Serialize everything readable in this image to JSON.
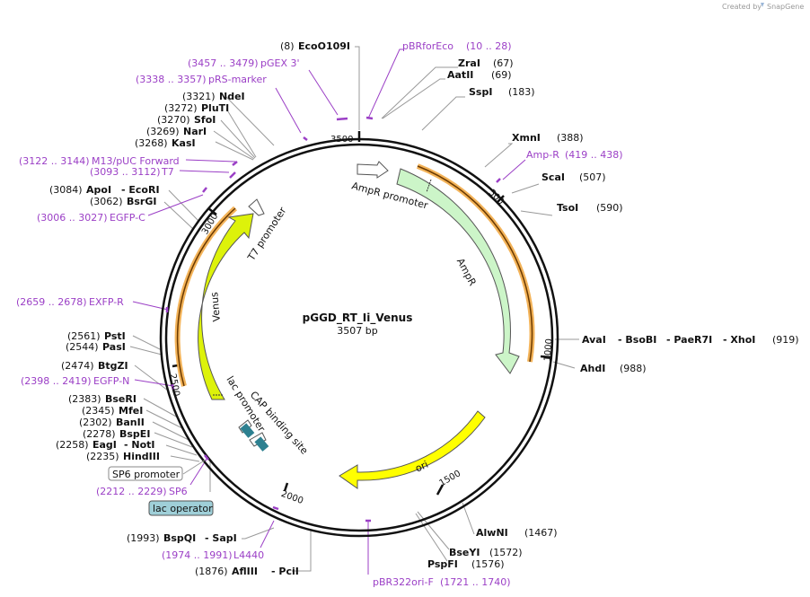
{
  "credit": {
    "prefix": "Created by",
    "app": "SnapGene"
  },
  "plasmid": {
    "name": "pGGD_RT_Ii_Venus",
    "size": "3507 bp"
  },
  "ticks": [
    "500",
    "1000",
    "1500",
    "2000",
    "2500",
    "3000",
    "3500"
  ],
  "features": {
    "ampr_promoter": "AmpR promoter",
    "ampr": "AmpR",
    "ori": "ori",
    "venus": "Venus",
    "t7_promoter": "T7 promoter",
    "lac_promoter": "lac promoter",
    "cap_site": "CAP binding site"
  },
  "boxed": {
    "sp6_promoter": "SP6 promoter",
    "lac_operator": "lac operator"
  },
  "sites": {
    "s1": {
      "pos": "(8)",
      "name": "EcoO109I"
    },
    "s2": {
      "name": "ZraI",
      "pos": "(67)"
    },
    "s3": {
      "name": "AatII",
      "pos": "(69)"
    },
    "s4": {
      "name": "SspI",
      "pos": "(183)"
    },
    "s5": {
      "name": "XmnI",
      "pos": "(388)"
    },
    "s6": {
      "name": "ScaI",
      "pos": "(507)"
    },
    "s7": {
      "name": "TsoI",
      "pos": "(590)"
    },
    "s8": {
      "n1": "AvaI",
      "n2": "- BsoBI",
      "n3": "- PaeR7I",
      "n4": "- XhoI",
      "pos": "(919)"
    },
    "s9": {
      "name": "AhdI",
      "pos": "(988)"
    },
    "s10": {
      "name": "AlwNI",
      "pos": "(1467)"
    },
    "s11": {
      "name": "BseYI",
      "pos": "(1572)"
    },
    "s12": {
      "name": "PspFI",
      "pos": "(1576)"
    },
    "s13": {
      "pos": "(1876)",
      "n1": "AflIII",
      "n2": "- PciI"
    },
    "s14": {
      "pos": "(1993)",
      "n1": "BspQI",
      "n2": "- SapI"
    },
    "s15": {
      "pos": "(2235)",
      "name": "HindIII"
    },
    "s16": {
      "pos": "(2258)",
      "n1": "EagI",
      "n2": "- NotI"
    },
    "s17": {
      "pos": "(2278)",
      "name": "BspEI"
    },
    "s18": {
      "pos": "(2302)",
      "name": "BanII"
    },
    "s19": {
      "pos": "(2345)",
      "name": "MfeI"
    },
    "s20": {
      "pos": "(2383)",
      "name": "BseRI"
    },
    "s21": {
      "pos": "(2474)",
      "name": "BtgZI"
    },
    "s22": {
      "pos": "(2544)",
      "name": "PasI"
    },
    "s23": {
      "pos": "(2561)",
      "name": "PstI"
    },
    "s24": {
      "pos": "(3062)",
      "name": "BsrGI"
    },
    "s25": {
      "pos": "(3084)",
      "n1": "ApoI",
      "n2": "- EcoRI"
    },
    "s26": {
      "pos": "(3268)",
      "name": "KasI"
    },
    "s27": {
      "pos": "(3269)",
      "name": "NarI"
    },
    "s28": {
      "pos": "(3270)",
      "name": "SfoI"
    },
    "s29": {
      "pos": "(3272)",
      "name": "PluTI"
    },
    "s30": {
      "pos": "(3321)",
      "name": "NdeI"
    }
  },
  "primers": {
    "p1": {
      "name": "pBRforEco",
      "range": "(10 .. 28)"
    },
    "p2": {
      "name": "Amp-R",
      "range": "(419 .. 438)"
    },
    "p3": {
      "name": "pBR322ori-F",
      "range": "(1721 .. 1740)"
    },
    "p4": {
      "range": "(1974 .. 1991)",
      "name": "L4440"
    },
    "p5": {
      "range": "(2212 .. 2229)",
      "name": "SP6"
    },
    "p6": {
      "range": "(2398 .. 2419)",
      "name": "EGFP-N"
    },
    "p7": {
      "range": "(2659 .. 2678)",
      "name": "EXFP-R"
    },
    "p8": {
      "range": "(3006 .. 3027)",
      "name": "EGFP-C"
    },
    "p9": {
      "range": "(3093 .. 3112)",
      "name": "T7"
    },
    "p10": {
      "range": "(3122 .. 3144)",
      "name": "M13/pUC Forward"
    },
    "p11": {
      "range": "(3338 .. 3357)",
      "name": "pRS-marker"
    },
    "p12": {
      "range": "(3457 .. 3479)",
      "name": "pGEX 3'"
    }
  },
  "colors": {
    "backbone": "#111111",
    "ampr_fill": "#ccf5c8",
    "ori_fill": "#ffff00",
    "venus_fill": "#ddf20a",
    "highlight": "#f0a030",
    "primer": "#9b3fc6",
    "operator_fill": "#2d8090",
    "operator_box": "#9fcfd8"
  }
}
